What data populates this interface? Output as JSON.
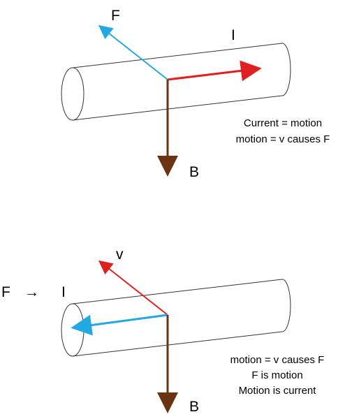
{
  "top_panel": {
    "label_force": "F",
    "label_current": "I",
    "label_field": "B",
    "note_line1": "Current = motion",
    "note_line2": "motion = v   causes F"
  },
  "bottom_panel": {
    "label_velocity": "v",
    "label_force_arrow": "F",
    "arrow_glyph": "→",
    "label_current": "I",
    "label_field": "B",
    "note_line1": "motion = v   causes F",
    "note_line2": "F is motion",
    "note_line3": "Motion is current"
  },
  "colors": {
    "red": "#e0201c",
    "blue": "#23a9e1",
    "brown": "#6b3312",
    "outline": "#333333"
  }
}
